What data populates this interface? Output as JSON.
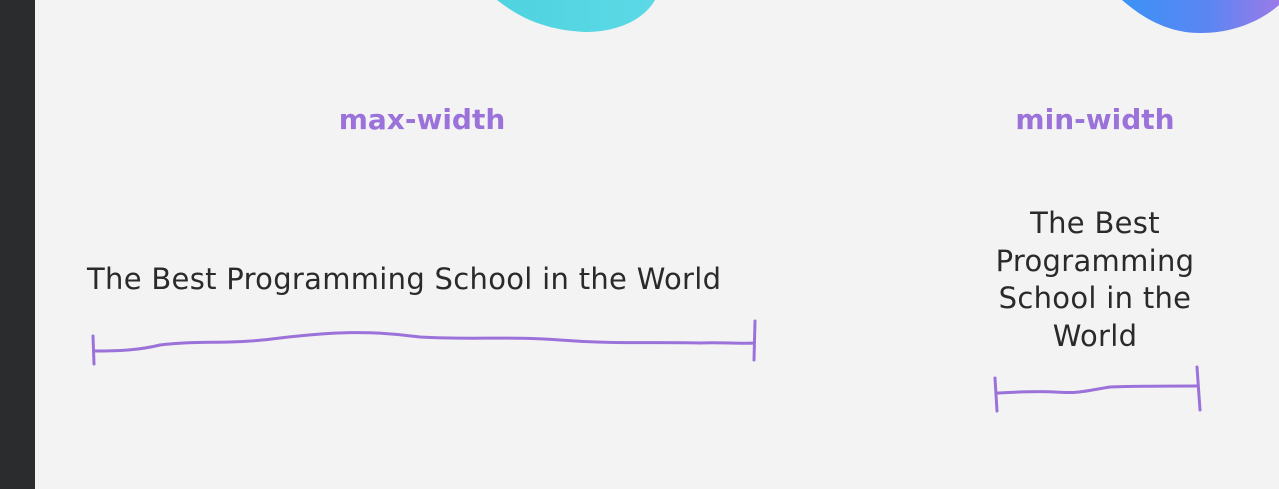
{
  "diagram": {
    "max_width": {
      "label": "max-width",
      "text": "The Best Programming School in the World"
    },
    "min_width": {
      "label": "min-width",
      "text": "The Best Programming School in the World"
    }
  },
  "colors": {
    "accent": "#9b72d9",
    "text": "#2a2a2a",
    "background": "#f3f3f4",
    "side_bar": "#2b2c2e",
    "blob_teal": "#53d6e0",
    "blob_blue": "#3d8ef5",
    "blob_violet": "#8f7cf0"
  }
}
